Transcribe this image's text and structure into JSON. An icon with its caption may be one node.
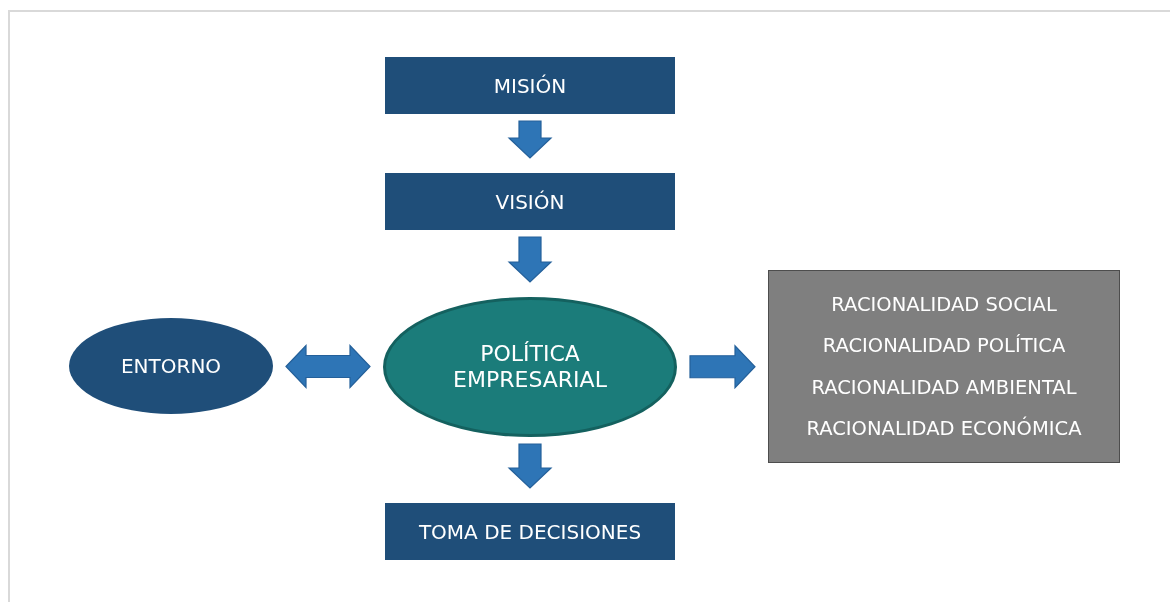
{
  "diagram": {
    "nodes": [
      {
        "text": [
          "MISIÓN"
        ]
      },
      {
        "text": [
          "VISIÓN"
        ]
      },
      {
        "text": [
          "ENTORNO"
        ]
      },
      {
        "text": [
          "POLÍTICA EMPRESARIAL"
        ]
      },
      {
        "text": [
          "RACIONALIDAD SOCIAL",
          "RACIONALIDAD POLÍTICA",
          "RACIONALIDAD AMBIENTAL",
          "RACIONALIDAD ECONÓMICA"
        ]
      },
      {
        "text": [
          "TOMA DE DECISIONES"
        ]
      }
    ],
    "edges": [
      {
        "from": 0,
        "to": 1,
        "arrow": "to"
      },
      {
        "from": 1,
        "to": 3,
        "arrow": "to"
      },
      {
        "from": 2,
        "to": 3,
        "arrow": "both"
      },
      {
        "from": 3,
        "to": 4,
        "arrow": "to"
      },
      {
        "from": 3,
        "to": 5,
        "arrow": "to"
      }
    ]
  }
}
